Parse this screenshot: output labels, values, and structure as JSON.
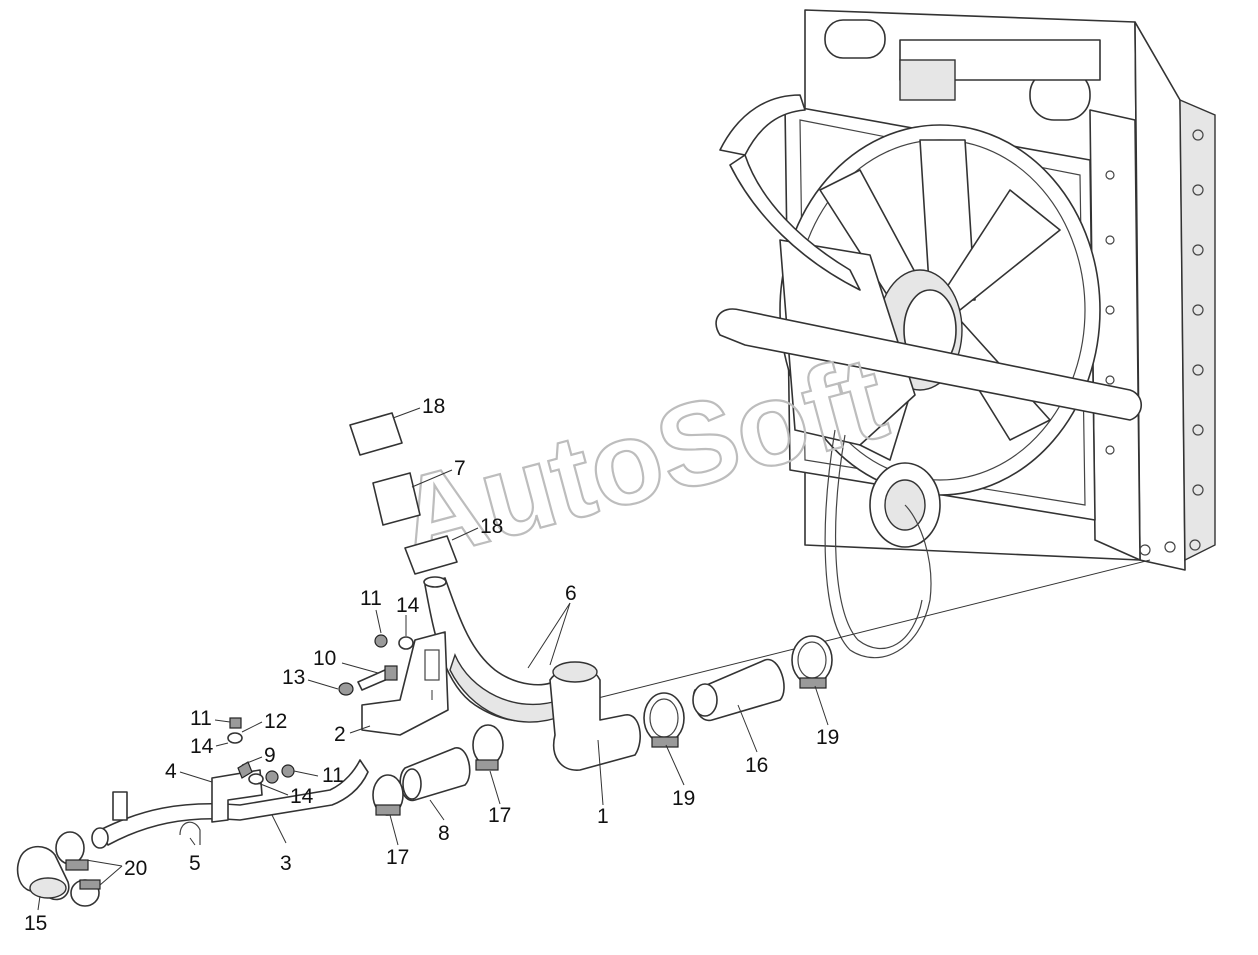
{
  "watermark": "AutoSoft",
  "callouts": [
    {
      "id": "18a",
      "text": "18"
    },
    {
      "id": "7",
      "text": "7"
    },
    {
      "id": "18b",
      "text": "18"
    },
    {
      "id": "6",
      "text": "6"
    },
    {
      "id": "11a",
      "text": "11"
    },
    {
      "id": "14a",
      "text": "14"
    },
    {
      "id": "10",
      "text": "10"
    },
    {
      "id": "13",
      "text": "13"
    },
    {
      "id": "2",
      "text": "2"
    },
    {
      "id": "11b",
      "text": "11"
    },
    {
      "id": "12",
      "text": "12"
    },
    {
      "id": "14b",
      "text": "14"
    },
    {
      "id": "9",
      "text": "9"
    },
    {
      "id": "4",
      "text": "4"
    },
    {
      "id": "11c",
      "text": "11"
    },
    {
      "id": "14c",
      "text": "14"
    },
    {
      "id": "19a",
      "text": "19"
    },
    {
      "id": "16",
      "text": "16"
    },
    {
      "id": "19b",
      "text": "19"
    },
    {
      "id": "1",
      "text": "1"
    },
    {
      "id": "17a",
      "text": "17"
    },
    {
      "id": "8",
      "text": "8"
    },
    {
      "id": "17b",
      "text": "17"
    },
    {
      "id": "3",
      "text": "3"
    },
    {
      "id": "5",
      "text": "5"
    },
    {
      "id": "20",
      "text": "20"
    },
    {
      "id": "15",
      "text": "15"
    }
  ]
}
